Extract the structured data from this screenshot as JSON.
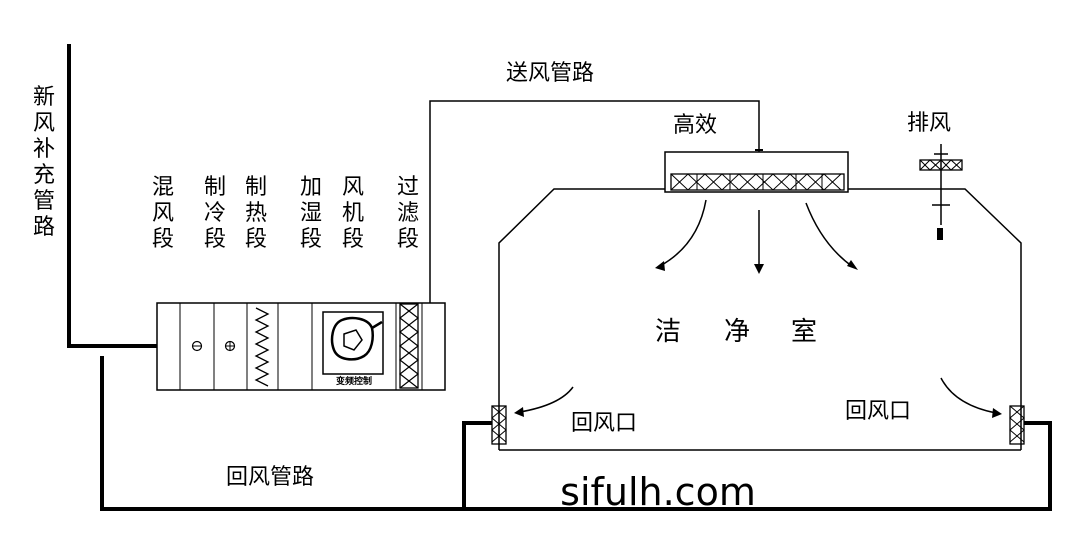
{
  "labels": {
    "fresh_air_pipe": [
      "新",
      "风",
      "补",
      "充",
      "管",
      "路"
    ],
    "supply_air_pipe": "送风管路",
    "hepa": "高效",
    "exhaust": "排风",
    "cleanroom": [
      "洁",
      "净",
      "室"
    ],
    "return_vent_left": "回风口",
    "return_vent_right": "回风口",
    "return_air_pipe": "回风管路",
    "ahu_sections": [
      {
        "name": "mixing",
        "chars": [
          "混",
          "风",
          "段"
        ]
      },
      {
        "name": "cooling",
        "chars": [
          "制",
          "冷",
          "段"
        ]
      },
      {
        "name": "heating",
        "chars": [
          "制",
          "热",
          "段"
        ]
      },
      {
        "name": "humidifying",
        "chars": [
          "加",
          "湿",
          "段"
        ]
      },
      {
        "name": "fan",
        "chars": [
          "风",
          "机",
          "段"
        ]
      },
      {
        "name": "filter",
        "chars": [
          "过",
          "滤",
          "段"
        ]
      }
    ],
    "fan_motor_text": "变频控制",
    "watermark": "sifulh.com"
  }
}
